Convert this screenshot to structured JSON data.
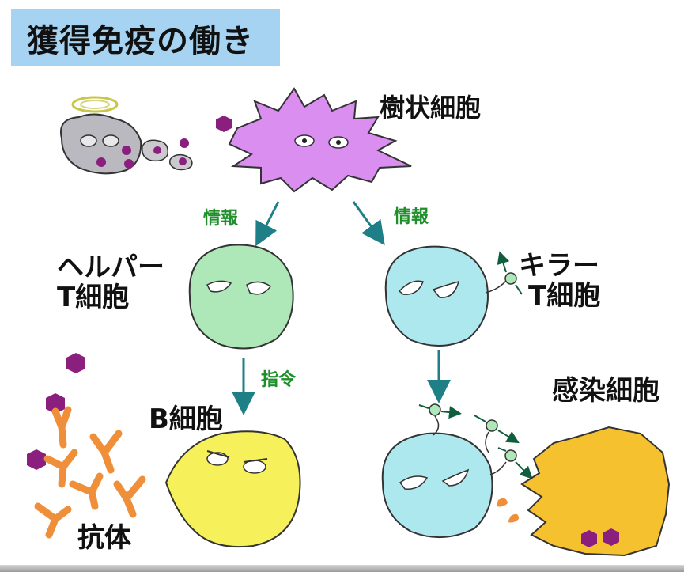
{
  "title": "獲得免疫の働き",
  "labels": {
    "dendritic_cell": "樹状細胞",
    "info_left": "情報",
    "info_right": "情報",
    "helper_line1": "ヘルパー",
    "helper_line2": "T細胞",
    "killer_line1": "キラー",
    "killer_line2": "T細胞",
    "command": "指令",
    "b_cell": "B細胞",
    "infected_cell": "感染細胞",
    "antibody": "抗体"
  },
  "colors": {
    "title_bg": "#a6d3f2",
    "dendritic": "#d98ef0",
    "helper": "#aee8b8",
    "killer": "#aee8ef",
    "b_cell": "#f6f05a",
    "infected": "#f5c12f",
    "antibody": "#f08f3a",
    "virus": "#8a1f7e",
    "arrow": "#1e7f86",
    "label_green": "#1f8f2c"
  }
}
